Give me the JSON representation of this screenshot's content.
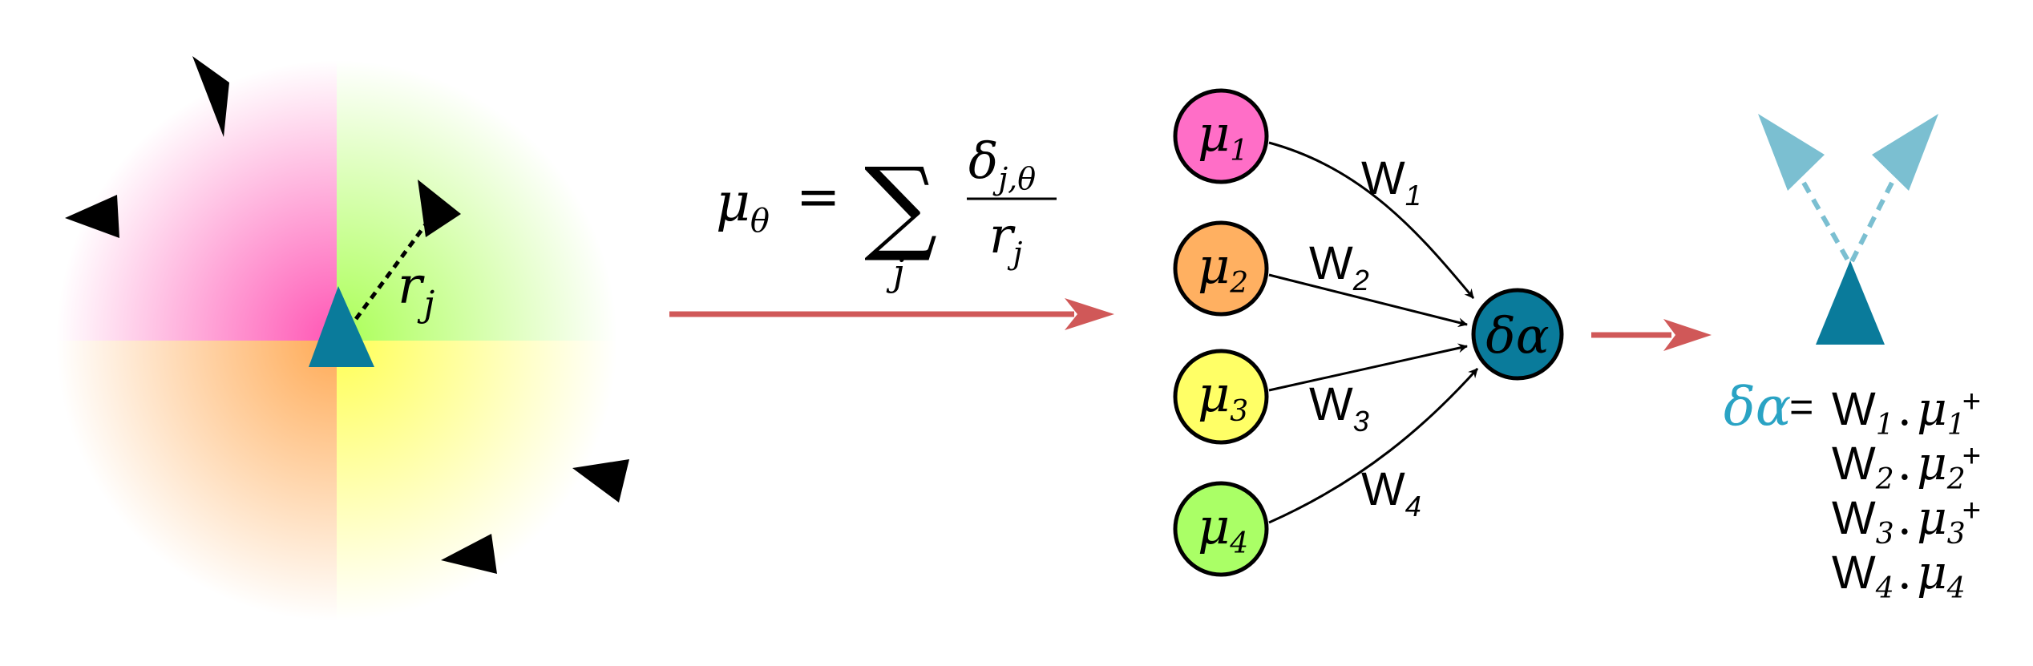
{
  "colors": {
    "pink": "#ff55b4",
    "green": "#aaff55",
    "orange": "#ffaa55",
    "yellow": "#ffff55",
    "teal": "#0a7b9b",
    "light_teal": "#7bbfd1",
    "red_arrow": "#d05858",
    "agent_black": "#000000"
  },
  "neighborhood": {
    "distance_label_base": "r",
    "distance_label_sub": "j"
  },
  "formula": {
    "lhs_symbol": "μ",
    "lhs_sub": "θ",
    "equals": "=",
    "sum": "∑",
    "sum_index": "j",
    "numerator": "δ",
    "numerator_sub": "j,θ",
    "denominator": "r",
    "denominator_sub": "j"
  },
  "network": {
    "inputs": [
      {
        "symbol": "μ",
        "sub": "1",
        "color": "#ff6ec7"
      },
      {
        "symbol": "μ",
        "sub": "2",
        "color": "#ffb061"
      },
      {
        "symbol": "μ",
        "sub": "3",
        "color": "#ffff66"
      },
      {
        "symbol": "μ",
        "sub": "4",
        "color": "#aaff66"
      }
    ],
    "weights": [
      {
        "base": "W",
        "sub": "1"
      },
      {
        "base": "W",
        "sub": "2"
      },
      {
        "base": "W",
        "sub": "3"
      },
      {
        "base": "W",
        "sub": "4"
      }
    ],
    "output": {
      "label": "δα",
      "color": "#0a7b9b"
    }
  },
  "result": {
    "lhs": "δα",
    "equals": "=",
    "terms": [
      {
        "w": "W",
        "w_sub": "1",
        "dot": ".",
        "mu": "μ",
        "mu_sub": "1",
        "op": "+"
      },
      {
        "w": "W",
        "w_sub": "2",
        "dot": ".",
        "mu": "μ",
        "mu_sub": "2",
        "op": "+"
      },
      {
        "w": "W",
        "w_sub": "3",
        "dot": ".",
        "mu": "μ",
        "mu_sub": "3",
        "op": "+"
      },
      {
        "w": "W",
        "w_sub": "4",
        "dot": ".",
        "mu": "μ",
        "mu_sub": "4",
        "op": ""
      }
    ]
  }
}
